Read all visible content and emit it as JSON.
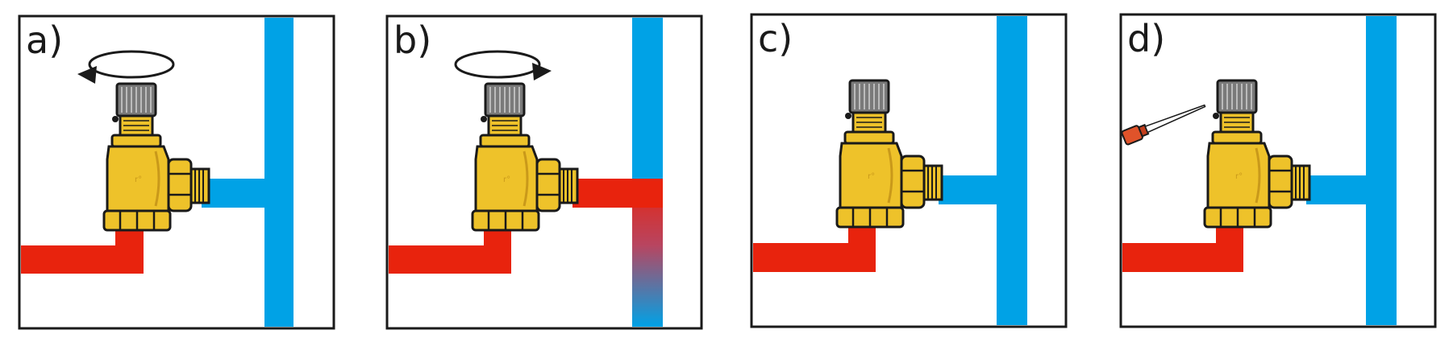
{
  "colors": {
    "hot_pipe": "#e8230d",
    "cold_pipe": "#00a2e6",
    "brass": "#eec22a",
    "brass_dark": "#c9991a",
    "cap": "#777777",
    "outline": "#1a1a1a",
    "dropper_tip": "#e0532a"
  },
  "panels": [
    {
      "label": "a)",
      "action": "rotate-left",
      "hot_outlet": false,
      "dropper": false
    },
    {
      "label": "b)",
      "action": "rotate-right",
      "hot_outlet": true,
      "dropper": false
    },
    {
      "label": "c)",
      "action": "none",
      "hot_outlet": false,
      "dropper": false
    },
    {
      "label": "d)",
      "action": "none",
      "hot_outlet": false,
      "dropper": true
    }
  ]
}
